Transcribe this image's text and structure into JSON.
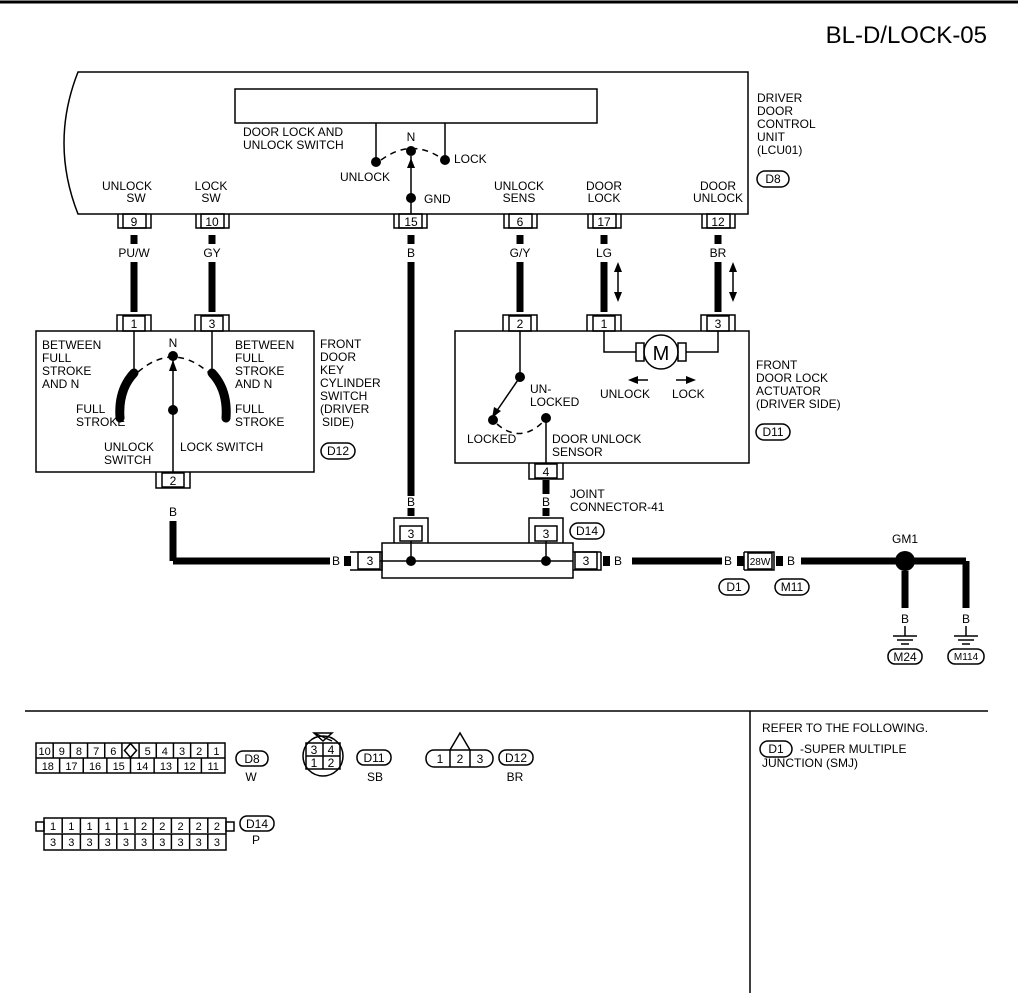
{
  "page_id": "BL-D/LOCK-05",
  "ctrl": {
    "label": [
      "DRIVER",
      "DOOR",
      "CONTROL",
      "UNIT",
      "(LCU01)"
    ],
    "conn": "D8",
    "switch_label": [
      "DOOR LOCK AND",
      "UNLOCK SWITCH"
    ],
    "sw_n": "N",
    "sw_unlock": "UNLOCK",
    "sw_lock": "LOCK",
    "gnd": "GND",
    "term_names": [
      [
        "UNLOCK",
        "SW"
      ],
      [
        "LOCK",
        "SW"
      ],
      [
        "UNLOCK",
        "SENS"
      ],
      [
        "DOOR",
        "LOCK"
      ],
      [
        "DOOR",
        "UNLOCK"
      ]
    ],
    "pins": [
      "9",
      "10",
      "15",
      "6",
      "17",
      "12"
    ]
  },
  "wires": [
    "PU/W",
    "GY",
    "B",
    "G/Y",
    "LG",
    "BR"
  ],
  "keycyl": {
    "label": [
      "FRONT",
      "DOOR",
      "KEY",
      "CYLINDER",
      "SWITCH",
      "(DRIVER",
      "SIDE)"
    ],
    "conn": "D12",
    "pin1": "1",
    "pin3": "3",
    "pin2": "2",
    "between_l": [
      "BETWEEN",
      "FULL",
      "STROKE",
      "AND N"
    ],
    "between_r": [
      "BETWEEN",
      "FULL",
      "STROKE",
      "AND N"
    ],
    "full_l": [
      "FULL",
      "STROKE"
    ],
    "full_r": [
      "FULL",
      "STROKE"
    ],
    "n": "N",
    "unlock_sw": [
      "UNLOCK",
      "SWITCH"
    ],
    "lock_sw": "LOCK SWITCH",
    "wire_bottom": "B"
  },
  "actuator": {
    "label": [
      "FRONT",
      "DOOR LOCK",
      "ACTUATOR",
      "(DRIVER SIDE)"
    ],
    "conn": "D11",
    "pin2": "2",
    "pin1": "1",
    "pin3": "3",
    "pin4": "4",
    "motor": "M",
    "unlock": "UNLOCK",
    "lock": "LOCK",
    "unlocked": [
      "UN-",
      "LOCKED"
    ],
    "locked": "LOCKED",
    "sensor": [
      "DOOR UNLOCK",
      "SENSOR"
    ]
  },
  "joint": {
    "label": [
      "JOINT",
      "CONNECTOR-41"
    ],
    "conn": "D14",
    "pins": [
      "3",
      "3",
      "3",
      "3"
    ],
    "wire_b": "B"
  },
  "ground": {
    "smj_pin": "28W",
    "d1": "D1",
    "m11": "M11",
    "gm1": "GM1",
    "m24": "M24",
    "m114": "M114",
    "wire_b": "B"
  },
  "legend": {
    "d8": {
      "tag": "D8",
      "color": "W",
      "top": [
        "10",
        "9",
        "8",
        "7",
        "6",
        "",
        "5",
        "4",
        "3",
        "2",
        "1"
      ],
      "bottom": [
        "18",
        "17",
        "16",
        "15",
        "14",
        "13",
        "12",
        "11"
      ]
    },
    "d11": {
      "tag": "D11",
      "color": "SB",
      "top": [
        "3",
        "4"
      ],
      "bottom": [
        "1",
        "2"
      ]
    },
    "d12": {
      "tag": "D12",
      "color": "BR",
      "pins": [
        "1",
        "2",
        "3"
      ]
    },
    "d14": {
      "tag": "D14",
      "color": "P",
      "top": [
        "1",
        "1",
        "1",
        "1",
        "1",
        "2",
        "2",
        "2",
        "2",
        "2"
      ],
      "bottom": [
        "3",
        "3",
        "3",
        "3",
        "3",
        "3",
        "3",
        "3",
        "3",
        "3"
      ]
    }
  },
  "refer": {
    "title": "REFER TO THE FOLLOWING.",
    "tag": "D1",
    "text": [
      "-SUPER MULTIPLE",
      "JUNCTION (SMJ)"
    ]
  }
}
